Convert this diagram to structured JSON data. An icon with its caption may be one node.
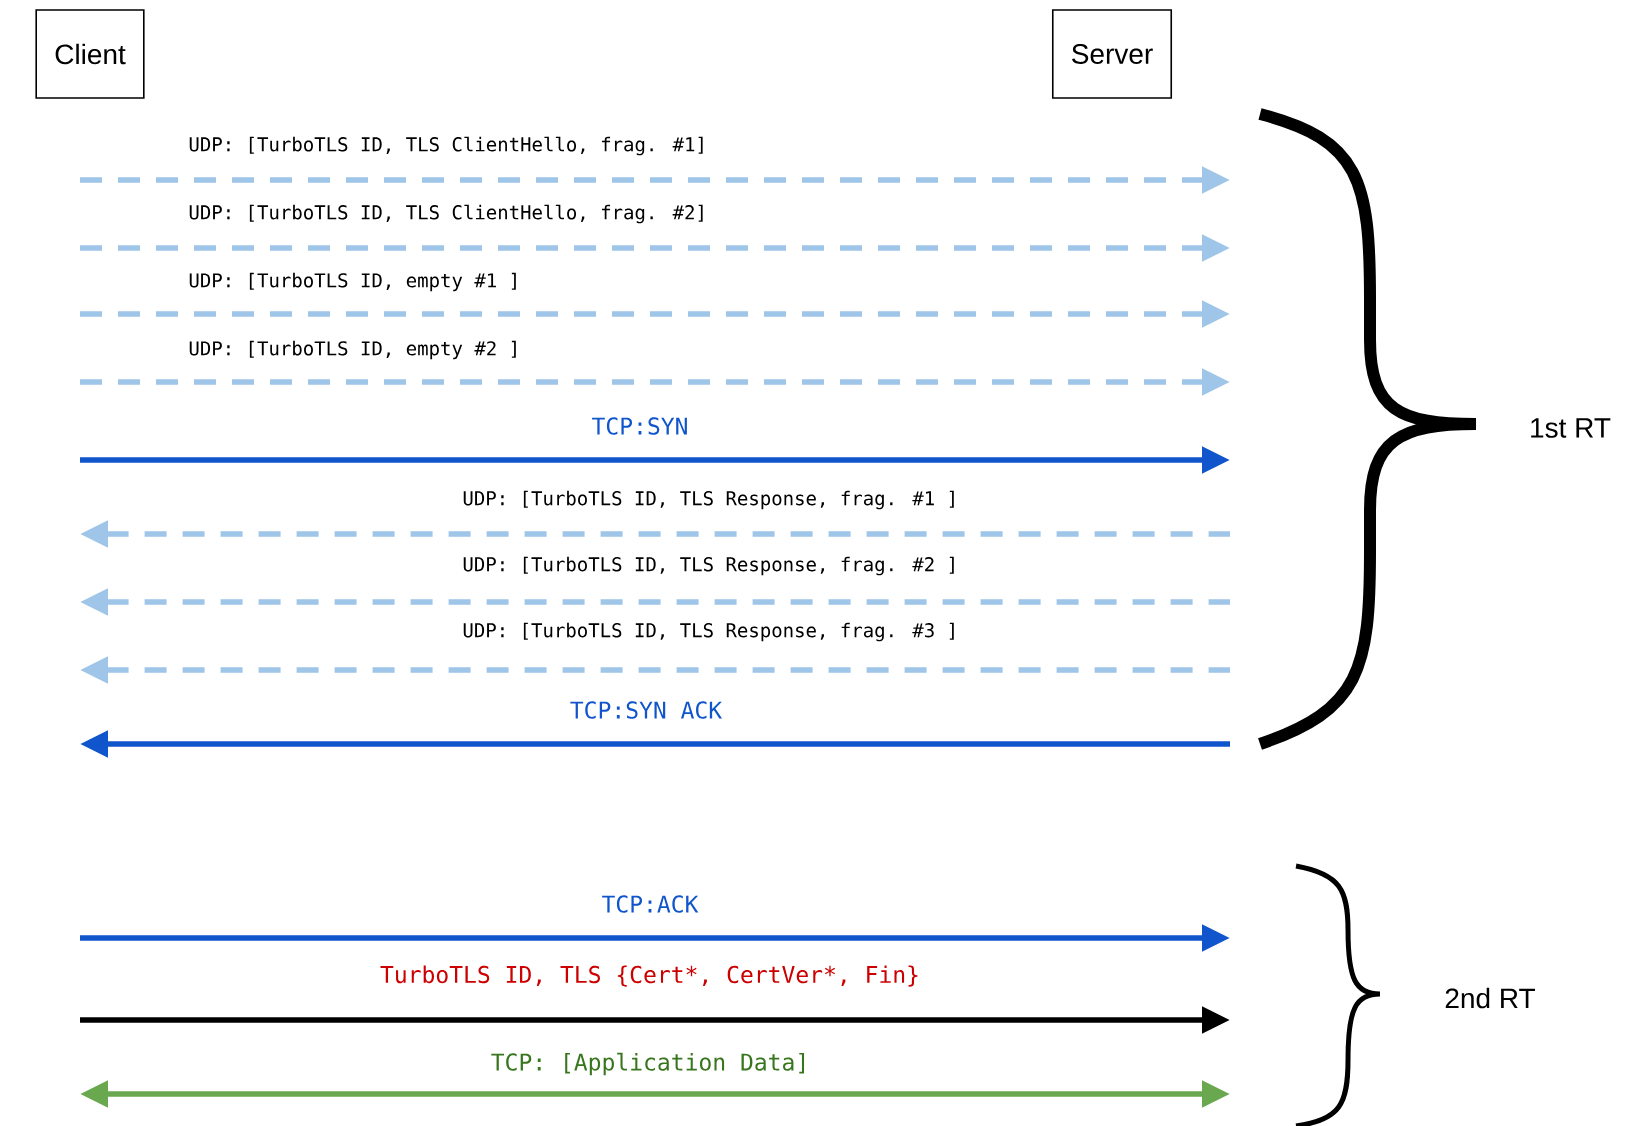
{
  "diagram": {
    "nodes": [
      {
        "text": [
          "Client"
        ]
      },
      {
        "text": [
          "Server"
        ]
      }
    ],
    "labels": [
      "UDP: [TurboTLS ID, TLS ClientHello, frag. #1]",
      "UDP: [TurboTLS ID, TLS ClientHello, frag. #2]",
      "UDP: [TurboTLS ID, empty #1 ]",
      "UDP: [TurboTLS ID, empty #2 ]",
      "TCP:SYN",
      "1st RT",
      "UDP: [TurboTLS ID, TLS Response, frag. #1 ]",
      "UDP: [TurboTLS ID, TLS Response, frag. #2 ]",
      "UDP: [TurboTLS ID, TLS Response, frag. #3 ]",
      "TCP:SYN ACK",
      "TCP:ACK",
      "TurboTLS ID, TLS {Cert*, CertVer*, Fin}",
      "2nd RT",
      "TCP: [Application Data]"
    ]
  }
}
